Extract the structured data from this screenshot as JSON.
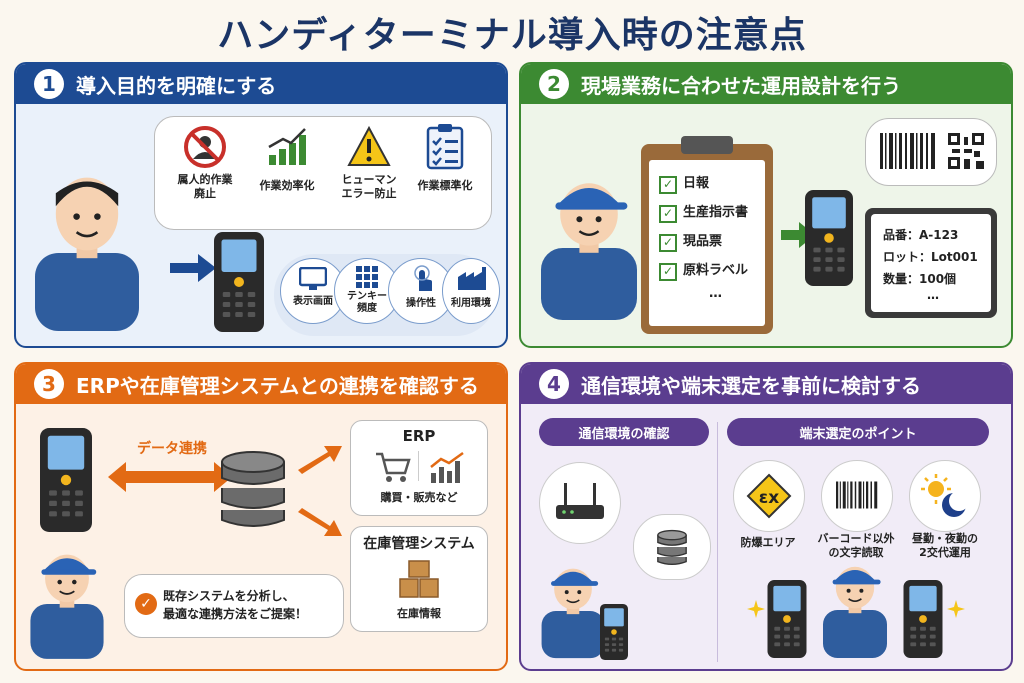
{
  "title": "ハンディターミナル導入時の注意点",
  "panels": [
    {
      "number": "1",
      "heading": "導入目的を明確にする",
      "goals": [
        "属人的作業\n廃止",
        "作業効率化",
        "ヒューマン\nエラー防止",
        "作業標準化"
      ],
      "factors": [
        "表示画面",
        "テンキー\n頻度",
        "操作性",
        "利用環境"
      ]
    },
    {
      "number": "2",
      "heading": "現場業務に合わせた運用設計を行う",
      "clipboard": [
        "日報",
        "生産指示書",
        "現品票",
        "原料ラベル",
        "…"
      ],
      "screen_lines": [
        "品番：A-123",
        "ロット：Lot001",
        "数量：100個",
        "…"
      ]
    },
    {
      "number": "3",
      "heading": "ERPや在庫管理システムとの連携を確認する",
      "link_label": "データ連携",
      "erp_title": "ERP",
      "erp_sub": "購買・販売など",
      "inv_title": "在庫管理システム",
      "inv_sub": "在庫情報",
      "bubble": "既存システムを分析し、\n最適な連携方法をご提案！"
    },
    {
      "number": "4",
      "heading": "通信環境や端末選定を事前に検討する",
      "comm_label": "通信環境の確認",
      "select_label": "端末選定のポイント",
      "points": [
        "防爆エリア",
        "バーコード以外\nの文字読取",
        "昼勤・夜勤の\n2交代運用"
      ]
    }
  ],
  "icons": [
    "no-person-icon",
    "growth-chart-icon",
    "warning-icon",
    "checklist-icon",
    "monitor-icon",
    "keypad-icon",
    "touch-icon",
    "factory-icon",
    "barcode-icon",
    "qr-icon",
    "cart-icon",
    "chart-icon",
    "boxes-icon",
    "database-icon",
    "router-icon",
    "ex-icon",
    "sun-moon-icon"
  ],
  "colors": {
    "title": "#1b3566",
    "p1": "#1d4b93",
    "p2": "#3c8a32",
    "p3": "#e26a14",
    "p4": "#5b3d8f"
  }
}
